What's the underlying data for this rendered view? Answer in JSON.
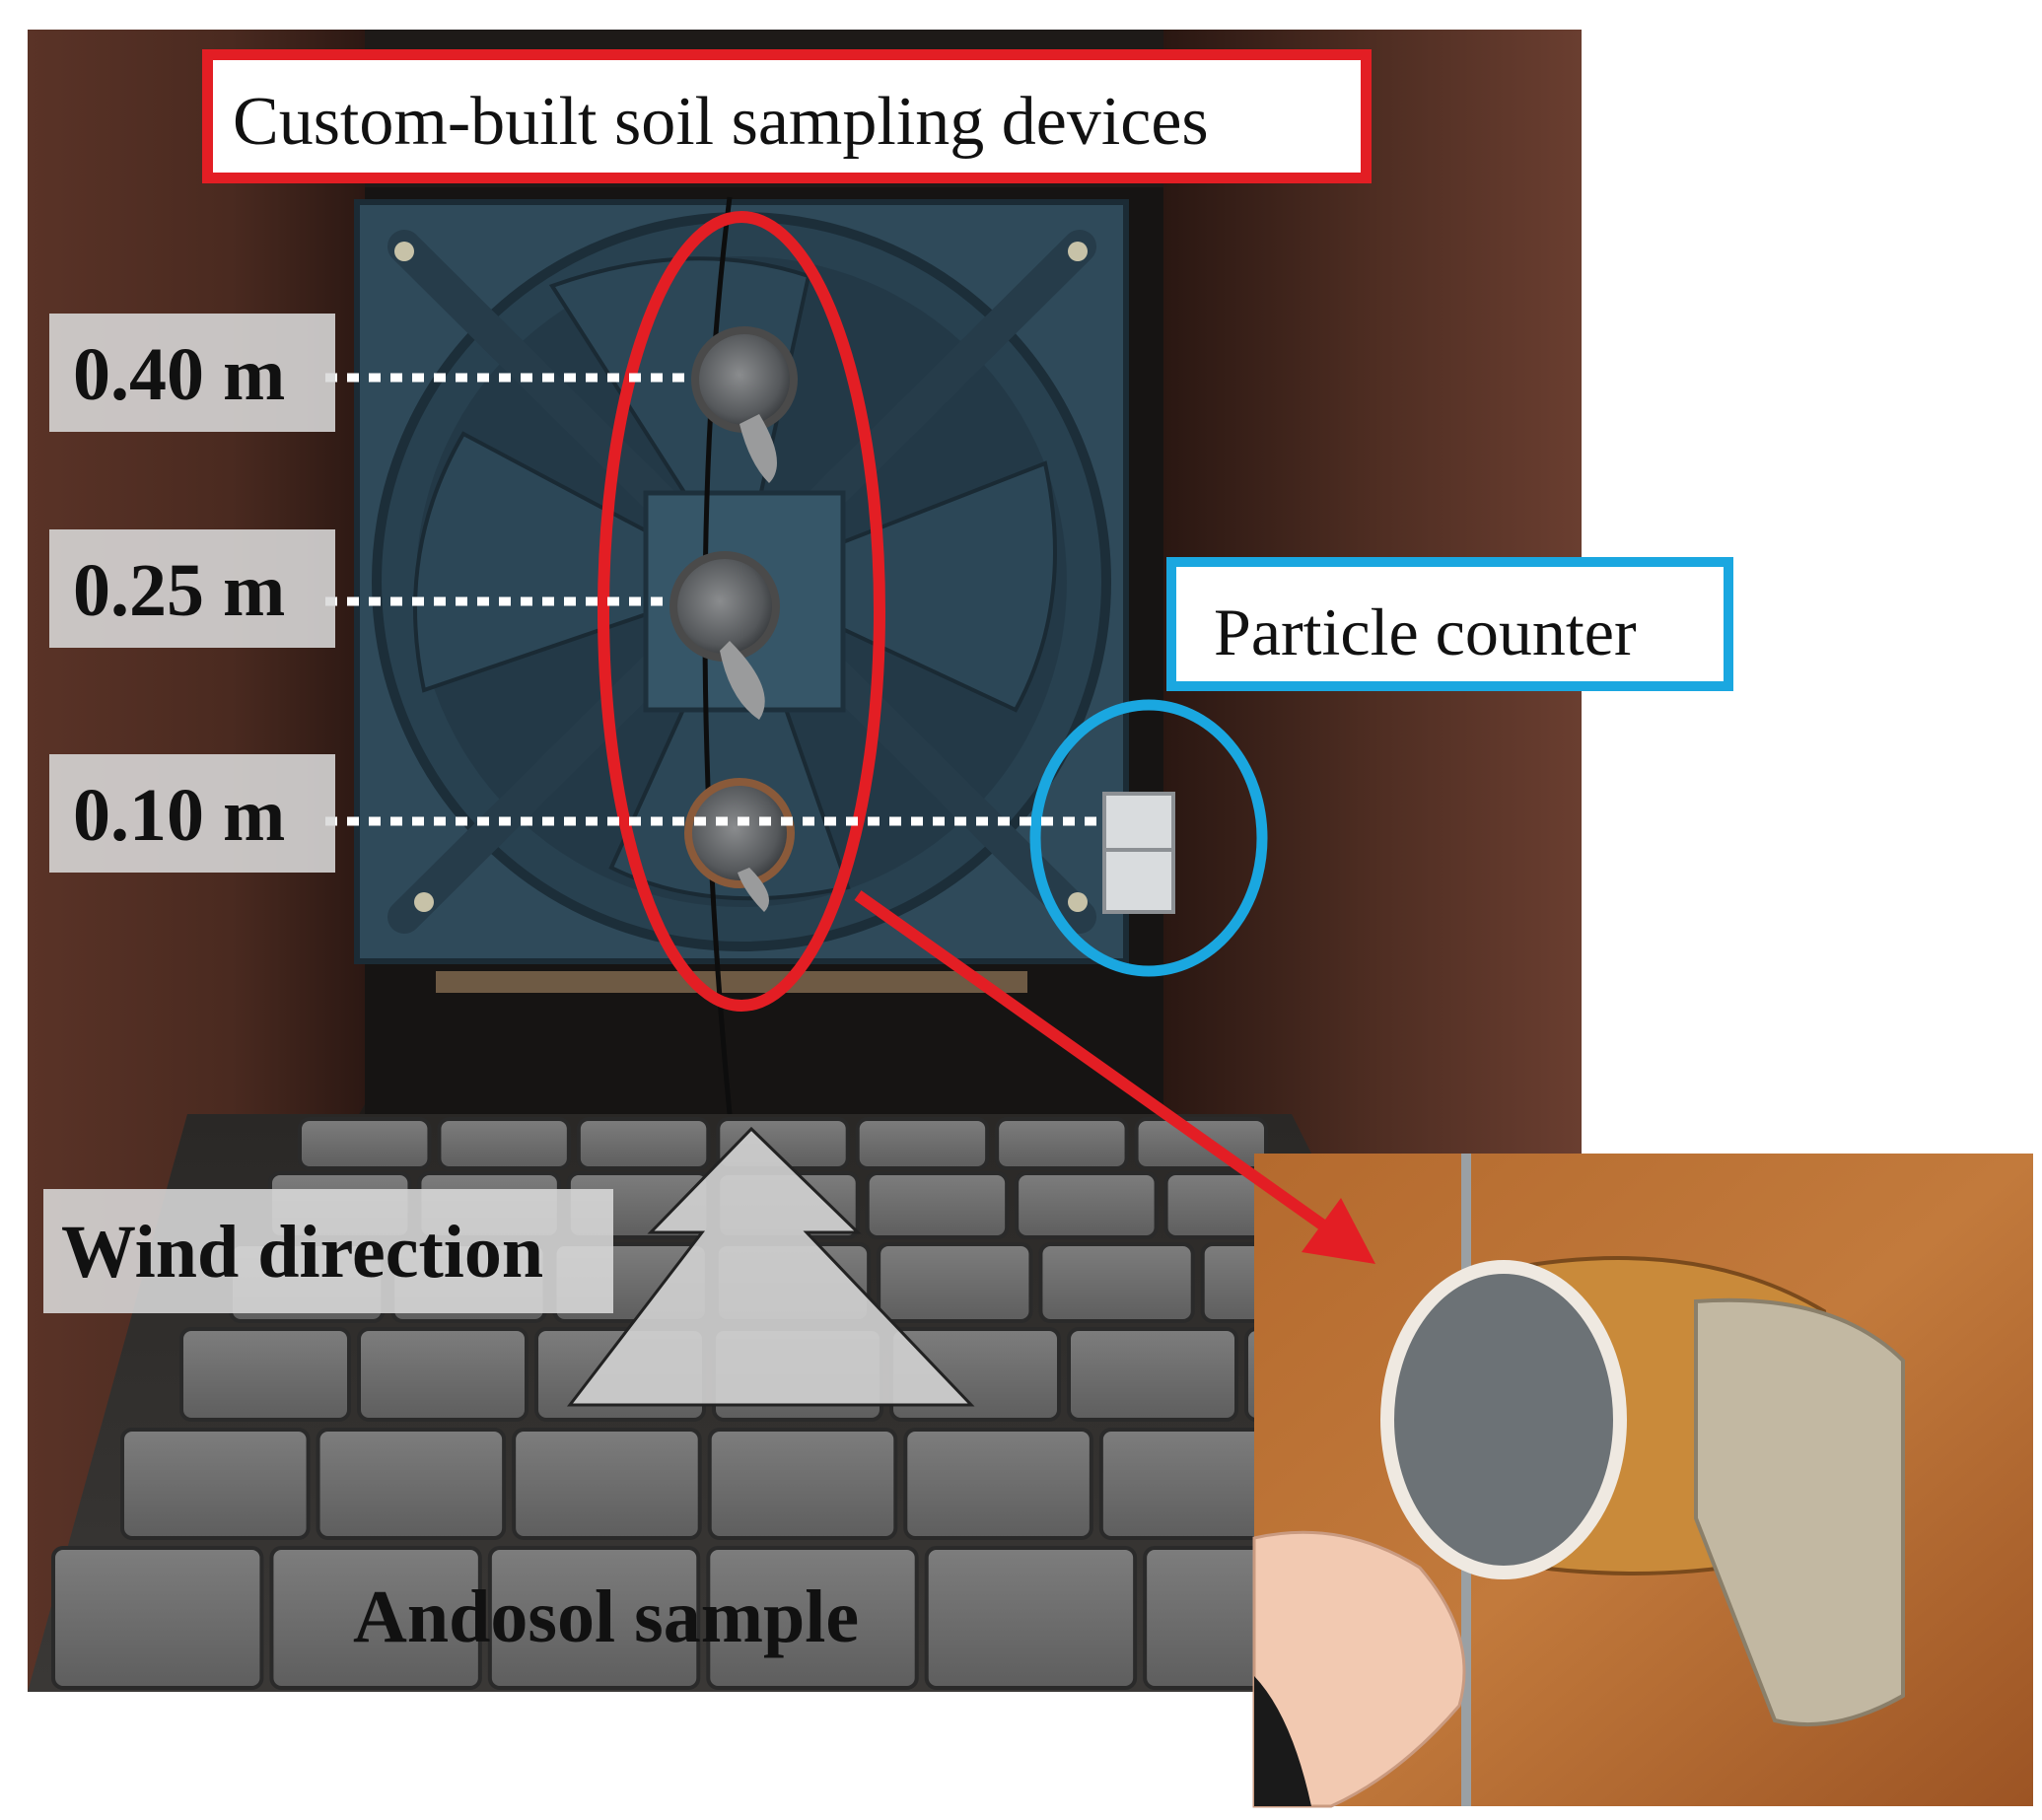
{
  "labels": {
    "devices": "Custom-built soil sampling devices",
    "particle_counter": "Particle counter",
    "h040": "0.40 m",
    "h025": "0.25 m",
    "h010": "0.10 m",
    "wind_direction": "Wind direction",
    "sample": "Andosol sample"
  },
  "colors": {
    "devices_highlight": "#e31e24",
    "counter_highlight": "#1aa7e0",
    "label_backdrop": "#dadada"
  }
}
